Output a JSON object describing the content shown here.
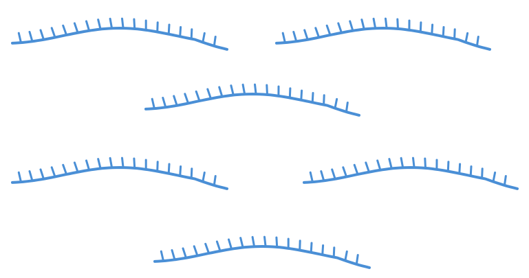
{
  "diagram": {
    "stroke_color": "#4a8fd6",
    "strands": [
      {
        "id": "strand-1",
        "teeth": 18
      },
      {
        "id": "strand-2",
        "teeth": 18
      },
      {
        "id": "strand-3",
        "teeth": 18
      },
      {
        "id": "strand-4",
        "teeth": 18
      },
      {
        "id": "strand-5",
        "teeth": 18
      },
      {
        "id": "strand-6",
        "teeth": 18
      }
    ]
  }
}
